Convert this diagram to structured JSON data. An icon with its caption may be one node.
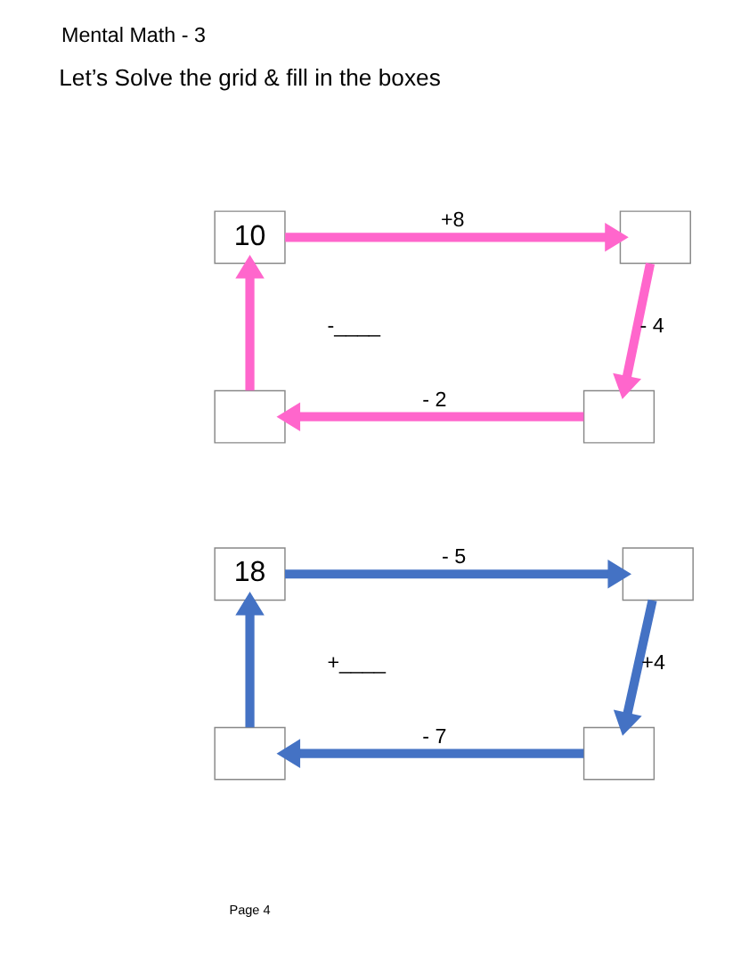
{
  "diagram": {
    "title": "Mental Math - 3",
    "nodes": [
      {
        "text": [
          "10"
        ]
      },
      {
        "text": [],
        "shape": "box"
      },
      {
        "text": [],
        "shape": "box"
      },
      {
        "text": [],
        "shape": "box"
      },
      {
        "text": [
          "18"
        ]
      },
      {
        "text": [],
        "shape": "box"
      },
      {
        "text": [],
        "shape": "box"
      },
      {
        "text": [],
        "shape": "box"
      }
    ],
    "edges": [
      {
        "from": 0,
        "to": 1,
        "arrow": "to",
        "label": "+8",
        "color": "#ff66cc"
      },
      {
        "from": 1,
        "to": 2,
        "arrow": "to",
        "label": "- 4",
        "color": "#ff66cc"
      },
      {
        "from": 2,
        "to": 3,
        "arrow": "to",
        "label": "- 2",
        "color": "#ff66cc"
      },
      {
        "from": 3,
        "to": 0,
        "arrow": "to",
        "label": "-____",
        "color": "#ff66cc"
      },
      {
        "from": 4,
        "to": 5,
        "arrow": "to",
        "label": "- 5",
        "color": "#4472c4"
      },
      {
        "from": 5,
        "to": 6,
        "arrow": "to",
        "label": "+4",
        "color": "#4472c4"
      },
      {
        "from": 6,
        "to": 7,
        "arrow": "to",
        "label": "- 7",
        "color": "#4472c4"
      },
      {
        "from": 7,
        "to": 4,
        "arrow": "to",
        "label": "+____",
        "color": "#4472c4"
      }
    ],
    "labels": [
      "Let’s Solve the grid & fill in the boxes",
      "Page 4"
    ]
  }
}
